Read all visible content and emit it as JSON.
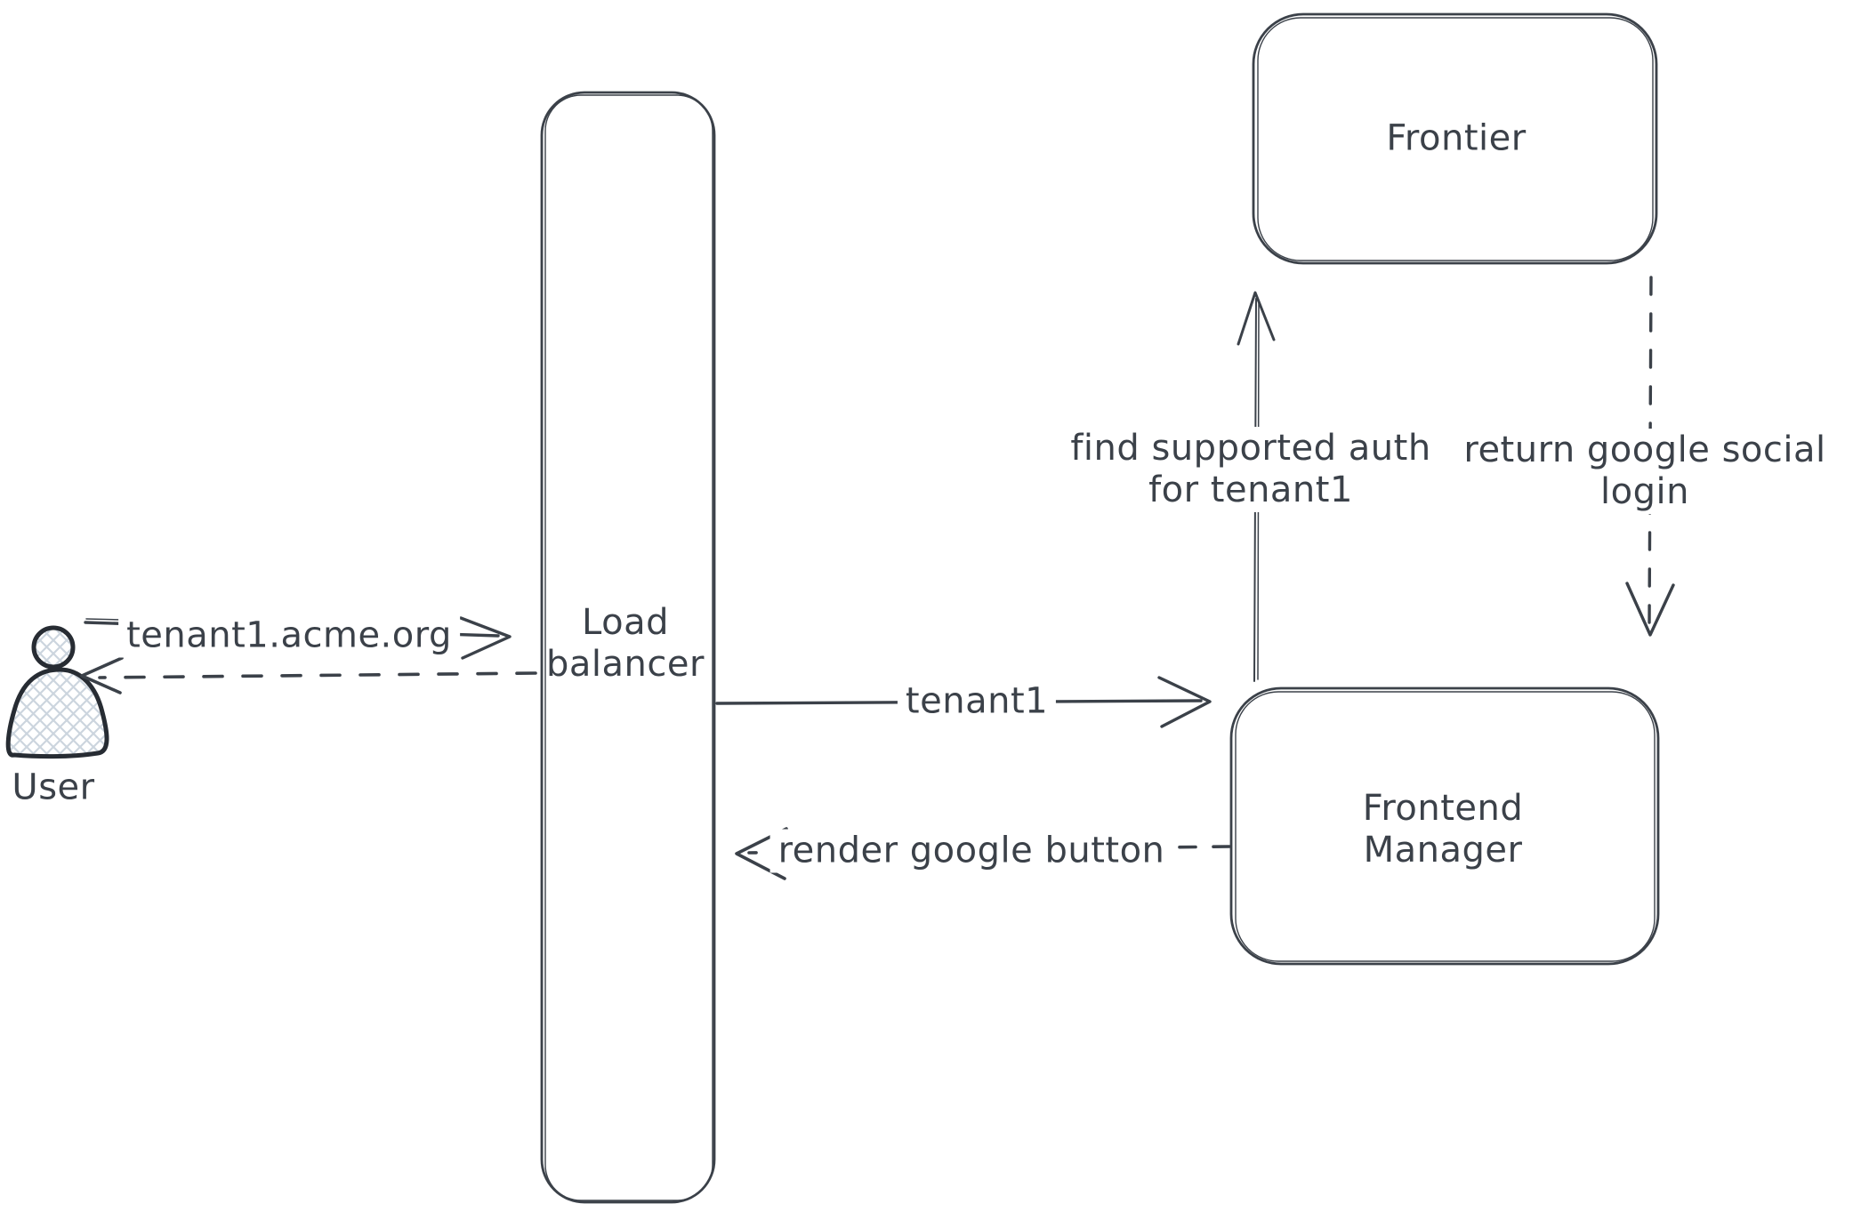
{
  "canvas": {
    "background": "#ffffff",
    "stroke_color": "#3b4149",
    "actor_outline_color": "#272c33",
    "hatch_fill_color": "#ccd5de"
  },
  "nodes": {
    "user": {
      "label": "User",
      "type": "actor"
    },
    "load_balancer": {
      "line1": "Load",
      "line2": "balancer",
      "type": "box"
    },
    "frontier": {
      "label": "Frontier",
      "type": "box"
    },
    "frontend_manager": {
      "line1": "Frontend",
      "line2": "Manager",
      "type": "box"
    }
  },
  "edges": {
    "user_to_load_balancer": {
      "label": "tenant1.acme.org",
      "style": "solid-arrow",
      "from": "user",
      "to": "load-balancer"
    },
    "load_balancer_to_user": {
      "label": "",
      "style": "dashed-arrow",
      "from": "load-balancer",
      "to": "user"
    },
    "load_balancer_to_frontend_manager": {
      "label": "tenant1",
      "style": "solid-arrow",
      "from": "load-balancer",
      "to": "frontend-manager"
    },
    "frontend_manager_to_load_balancer": {
      "label": "render google button",
      "style": "dashed-arrow",
      "from": "frontend-manager",
      "to": "load-balancer"
    },
    "frontend_manager_to_frontier": {
      "line1": "find supported auth",
      "line2": "for tenant1",
      "style": "solid-arrow",
      "from": "frontend-manager",
      "to": "frontier"
    },
    "frontier_to_frontend_manager": {
      "line1": "return google social",
      "line2": "login",
      "style": "dashed-arrow",
      "from": "frontier",
      "to": "frontend-manager"
    }
  }
}
